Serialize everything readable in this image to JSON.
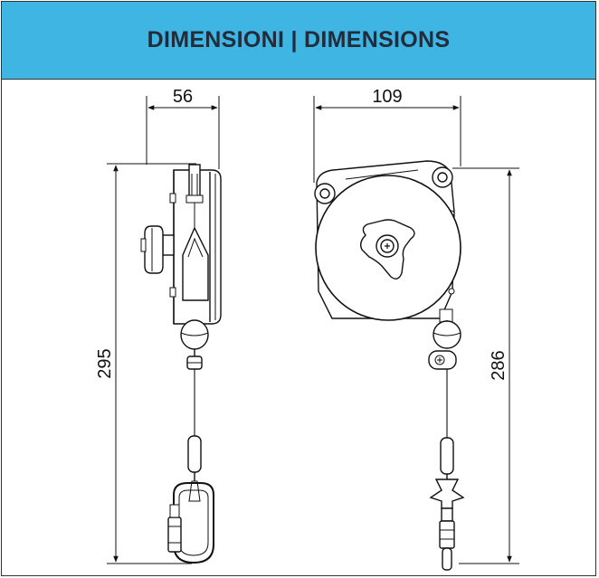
{
  "header": {
    "title": "DIMENSIONI | DIMENSIONS"
  },
  "dimensions": {
    "side_width": "56",
    "front_width": "109",
    "side_height": "295",
    "front_height": "286"
  },
  "colors": {
    "header_bg": "#3fb5e3",
    "header_text": "#232c3a",
    "line": "#111111"
  }
}
